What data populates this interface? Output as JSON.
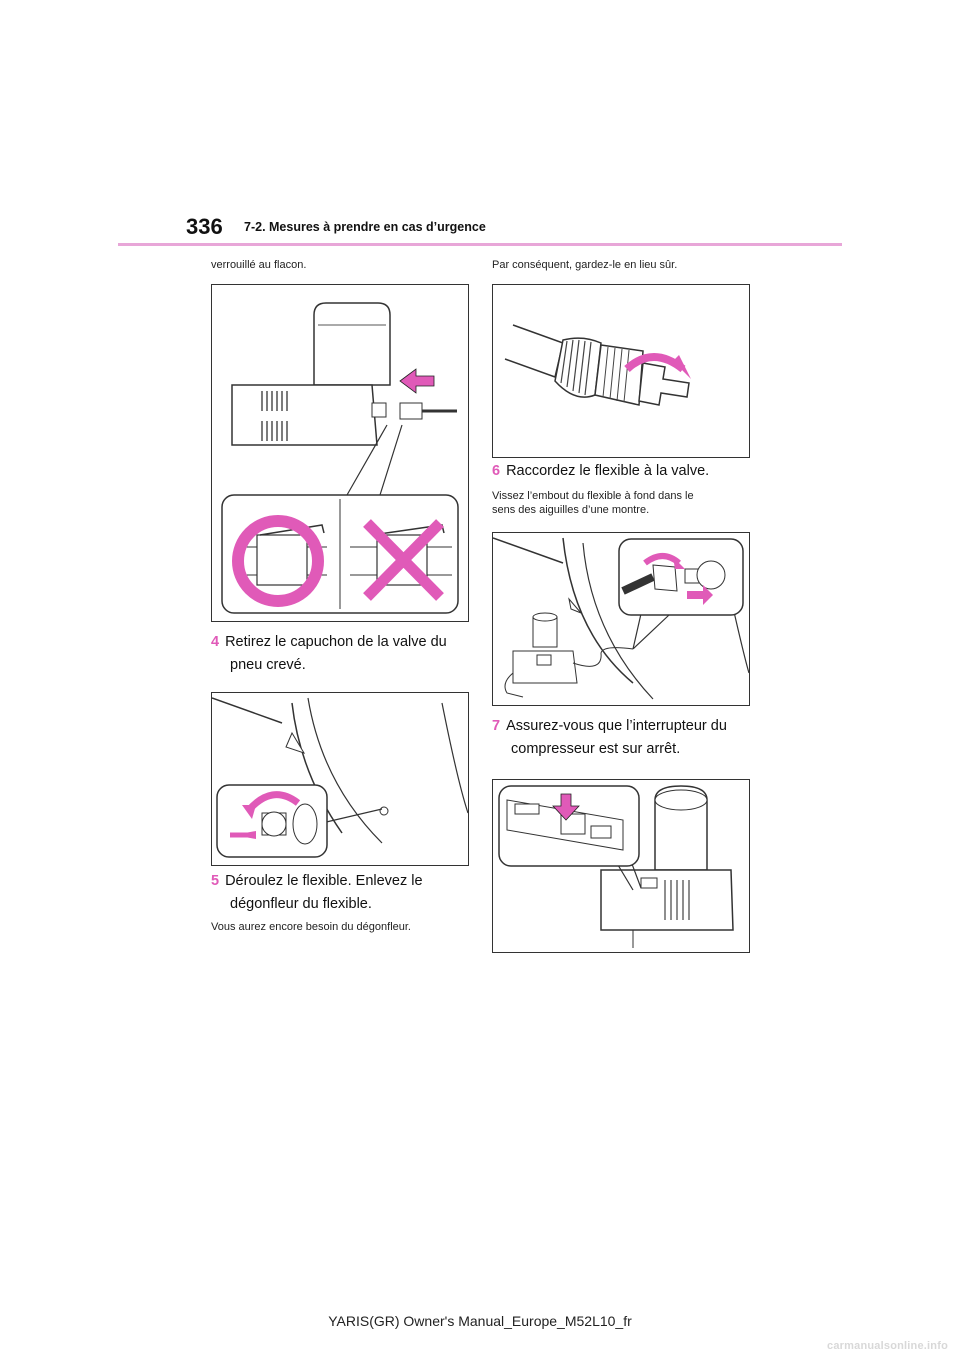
{
  "header": {
    "page_number": "336",
    "section_title": "7-2. Mesures à prendre en cas d’urgence"
  },
  "left_column": {
    "top_text": "verrouillé au flacon.",
    "step4": {
      "number": "4",
      "line1": "Retirez le capuchon de la valve du",
      "line2": "pneu crevé."
    },
    "step5": {
      "number": "5",
      "line1": "Déroulez le flexible. Enlevez le",
      "line2": "dégonfleur du flexible.",
      "note": "Vous aurez encore besoin du dégonfleur."
    }
  },
  "right_column": {
    "top_text": "Par conséquent, gardez-le en lieu sûr.",
    "step6": {
      "number": "6",
      "title": "Raccordez le flexible à la valve.",
      "note_line1": "Vissez l’embout du flexible à fond dans le",
      "note_line2": "sens des aiguilles d’une montre."
    },
    "step7": {
      "number": "7",
      "line1": "Assurez-vous que l’interrupteur du",
      "line2": "compresseur est sur arrêt."
    }
  },
  "footer": {
    "manual_id": "YARIS(GR) Owner's Manual_Europe_M52L10_fr"
  },
  "watermark": {
    "text": "carmanualsonline.info"
  },
  "colors": {
    "accent_magenta": "#e05ab8",
    "header_rule": "#e8a6d8"
  },
  "icons": [
    "arrow-left-icon",
    "circle-ok-icon",
    "cross-prohibited-icon",
    "rotate-arrow-icon",
    "down-arrow-icon"
  ]
}
